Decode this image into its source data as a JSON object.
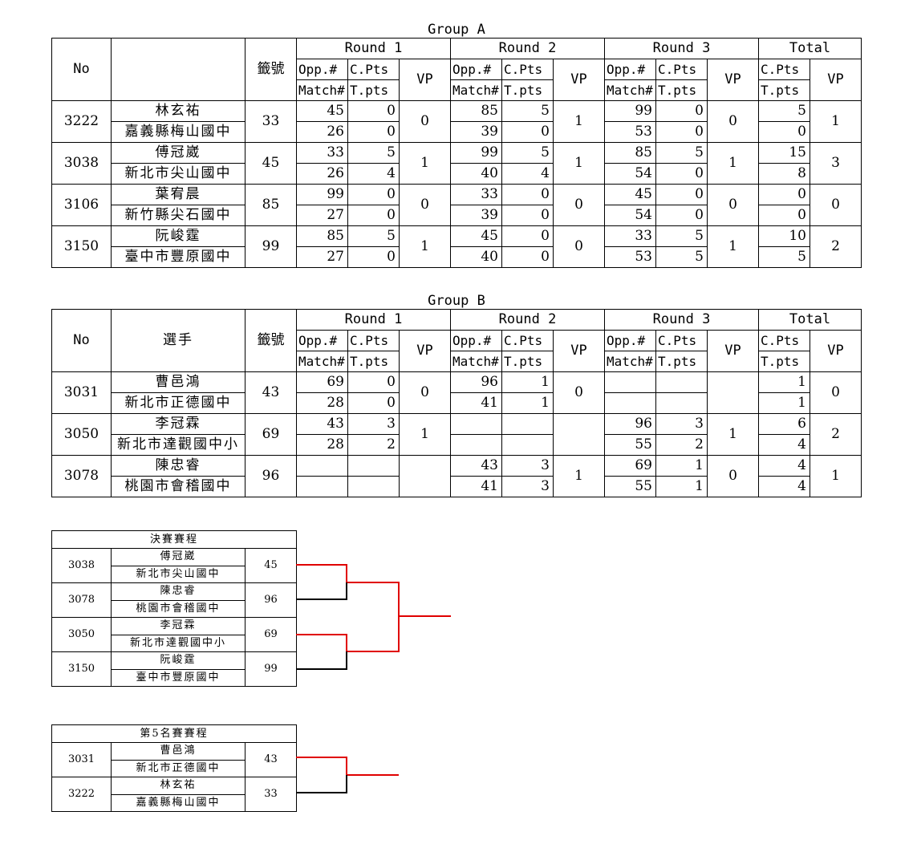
{
  "headers": {
    "no": "No",
    "player": "選手",
    "draw": "籤號",
    "rounds": [
      "Round 1",
      "Round 2",
      "Round 3"
    ],
    "total": "Total",
    "opp": "Opp.#",
    "cpts": "C.Pts",
    "match": "Match#",
    "tpts": "T.pts",
    "vp": "VP"
  },
  "group_a": {
    "title": "Group A",
    "rows": [
      {
        "no": "3222",
        "name": "林玄祐",
        "school": "嘉義縣梅山國中",
        "draw": "33",
        "r1": {
          "opp": "45",
          "cpts": "0",
          "match": "26",
          "tpts": "0",
          "vp": "0"
        },
        "r2": {
          "opp": "85",
          "cpts": "5",
          "match": "39",
          "tpts": "0",
          "vp": "1"
        },
        "r3": {
          "opp": "99",
          "cpts": "0",
          "match": "53",
          "tpts": "0",
          "vp": "0"
        },
        "total": {
          "cpts": "5",
          "tpts": "0",
          "vp": "1"
        }
      },
      {
        "no": "3038",
        "name": "傅冠崴",
        "school": "新北市尖山國中",
        "draw": "45",
        "r1": {
          "opp": "33",
          "cpts": "5",
          "match": "26",
          "tpts": "4",
          "vp": "1"
        },
        "r2": {
          "opp": "99",
          "cpts": "5",
          "match": "40",
          "tpts": "4",
          "vp": "1"
        },
        "r3": {
          "opp": "85",
          "cpts": "5",
          "match": "54",
          "tpts": "0",
          "vp": "1"
        },
        "total": {
          "cpts": "15",
          "tpts": "8",
          "vp": "3"
        }
      },
      {
        "no": "3106",
        "name": "葉宥晨",
        "school": "新竹縣尖石國中",
        "draw": "85",
        "r1": {
          "opp": "99",
          "cpts": "0",
          "match": "27",
          "tpts": "0",
          "vp": "0"
        },
        "r2": {
          "opp": "33",
          "cpts": "0",
          "match": "39",
          "tpts": "0",
          "vp": "0"
        },
        "r3": {
          "opp": "45",
          "cpts": "0",
          "match": "54",
          "tpts": "0",
          "vp": "0"
        },
        "total": {
          "cpts": "0",
          "tpts": "0",
          "vp": "0"
        }
      },
      {
        "no": "3150",
        "name": "阮峻霆",
        "school": "臺中市豐原國中",
        "draw": "99",
        "r1": {
          "opp": "85",
          "cpts": "5",
          "match": "27",
          "tpts": "0",
          "vp": "1"
        },
        "r2": {
          "opp": "45",
          "cpts": "0",
          "match": "40",
          "tpts": "0",
          "vp": "0"
        },
        "r3": {
          "opp": "33",
          "cpts": "5",
          "match": "53",
          "tpts": "5",
          "vp": "1"
        },
        "total": {
          "cpts": "10",
          "tpts": "5",
          "vp": "2"
        }
      }
    ]
  },
  "group_b": {
    "title": "Group B",
    "rows": [
      {
        "no": "3031",
        "name": "曹邑鴻",
        "school": "新北市正德國中",
        "draw": "43",
        "r1": {
          "opp": "69",
          "cpts": "0",
          "match": "28",
          "tpts": "0",
          "vp": "0"
        },
        "r2": {
          "opp": "96",
          "cpts": "1",
          "match": "41",
          "tpts": "1",
          "vp": "0"
        },
        "r3": {
          "opp": "",
          "cpts": "",
          "match": "",
          "tpts": "",
          "vp": ""
        },
        "total": {
          "cpts": "1",
          "tpts": "1",
          "vp": "0"
        }
      },
      {
        "no": "3050",
        "name": "李冠霖",
        "school": "新北市達觀國中小",
        "draw": "69",
        "r1": {
          "opp": "43",
          "cpts": "3",
          "match": "28",
          "tpts": "2",
          "vp": "1"
        },
        "r2": {
          "opp": "",
          "cpts": "",
          "match": "",
          "tpts": "",
          "vp": ""
        },
        "r3": {
          "opp": "96",
          "cpts": "3",
          "match": "55",
          "tpts": "2",
          "vp": "1"
        },
        "total": {
          "cpts": "6",
          "tpts": "4",
          "vp": "2"
        }
      },
      {
        "no": "3078",
        "name": "陳忠睿",
        "school": "桃園市會稽國中",
        "draw": "96",
        "r1": {
          "opp": "",
          "cpts": "",
          "match": "",
          "tpts": "",
          "vp": ""
        },
        "r2": {
          "opp": "43",
          "cpts": "3",
          "match": "41",
          "tpts": "3",
          "vp": "1"
        },
        "r3": {
          "opp": "69",
          "cpts": "1",
          "match": "55",
          "tpts": "1",
          "vp": "0"
        },
        "total": {
          "cpts": "4",
          "tpts": "4",
          "vp": "1"
        }
      }
    ]
  },
  "final_bracket": {
    "title": "決賽賽程",
    "entries": [
      {
        "no": "3038",
        "name": "傅冠崴",
        "school": "新北市尖山國中",
        "draw": "45"
      },
      {
        "no": "3078",
        "name": "陳忠睿",
        "school": "桃園市會稽國中",
        "draw": "96"
      },
      {
        "no": "3050",
        "name": "李冠霖",
        "school": "新北市達觀國中小",
        "draw": "69"
      },
      {
        "no": "3150",
        "name": "阮峻霆",
        "school": "臺中市豐原國中",
        "draw": "99"
      }
    ]
  },
  "fifth_bracket": {
    "title": "第5名賽賽程",
    "entries": [
      {
        "no": "3031",
        "name": "曹邑鴻",
        "school": "新北市正德國中",
        "draw": "43"
      },
      {
        "no": "3222",
        "name": "林玄祐",
        "school": "嘉義縣梅山國中",
        "draw": "33"
      }
    ]
  },
  "colors": {
    "winner_line": "#e00000",
    "line": "#000000"
  }
}
